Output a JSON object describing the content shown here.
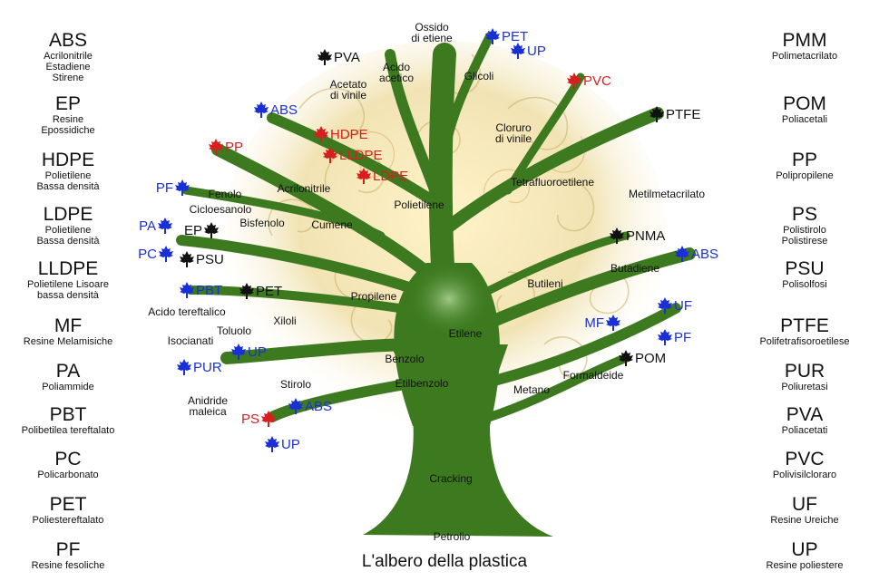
{
  "title": "L'albero della plastica",
  "colors": {
    "trunk": "#3d7a1f",
    "blue": "#1b2fd6",
    "red": "#d81f1f",
    "black": "#111111"
  },
  "legend_left": [
    {
      "abbr": "ABS",
      "desc": [
        "Acrilonitrile",
        "Estadiene",
        "Stirene"
      ]
    },
    {
      "abbr": "EP",
      "desc": [
        "Resine",
        "Epossidiche"
      ]
    },
    {
      "abbr": "HDPE",
      "desc": [
        "Polietilene",
        "Bassa densità"
      ]
    },
    {
      "abbr": "LDPE",
      "desc": [
        "Polietilene",
        "Bassa densità"
      ]
    },
    {
      "abbr": "LLDPE",
      "desc": [
        "Polietilene Lisoare",
        "bassa densità"
      ]
    },
    {
      "abbr": "MF",
      "desc": [
        "Resine Melamisiche"
      ]
    },
    {
      "abbr": "PA",
      "desc": [
        "Poliammide"
      ]
    },
    {
      "abbr": "PBT",
      "desc": [
        "Polibetilea tereftalato"
      ]
    },
    {
      "abbr": "PC",
      "desc": [
        "Policarbonato"
      ]
    },
    {
      "abbr": "PET",
      "desc": [
        "Poliestereftalato"
      ]
    },
    {
      "abbr": "PF",
      "desc": [
        "Resine fesoliche"
      ]
    }
  ],
  "legend_right": [
    {
      "abbr": "PMM",
      "desc": [
        "Polimetacrilato"
      ]
    },
    {
      "abbr": "POM",
      "desc": [
        "Poliacetali"
      ]
    },
    {
      "abbr": "PP",
      "desc": [
        "Polipropilene"
      ]
    },
    {
      "abbr": "PS",
      "desc": [
        "Polistirolo",
        "Polistirese"
      ]
    },
    {
      "abbr": "PSU",
      "desc": [
        "Polisolfosi"
      ]
    },
    {
      "abbr": "PTFE",
      "desc": [
        "Polifetrafisoroetilese"
      ]
    },
    {
      "abbr": "PUR",
      "desc": [
        "Poliuretasi"
      ]
    },
    {
      "abbr": "PVA",
      "desc": [
        "Poliacetati"
      ]
    },
    {
      "abbr": "PVC",
      "desc": [
        "Polivisilcloraro"
      ]
    },
    {
      "abbr": "UF",
      "desc": [
        "Resine Ureiche"
      ]
    },
    {
      "abbr": "UP",
      "desc": [
        "Resine poliestere"
      ]
    }
  ],
  "tree_labels": [
    [
      "Ossido",
      "di etiene"
    ],
    [
      "Acido",
      "acetico"
    ],
    [
      "Acetato",
      "di vinile"
    ],
    [
      "Glicoli"
    ],
    [
      "Cloruro",
      "di vinile"
    ],
    [
      "Tetrafluoroetilene"
    ],
    [
      "Metilmetacrilato"
    ],
    [
      "Acrilonitrile"
    ],
    [
      "Fenolo"
    ],
    [
      "Cicloesanolo"
    ],
    [
      "Bisfenolo"
    ],
    [
      "Cumene"
    ],
    [
      "Polietilene"
    ],
    [
      "Butadiene"
    ],
    [
      "Butileni"
    ],
    [
      "Propilene"
    ],
    [
      "Acido tereftalico"
    ],
    [
      "Xiloli"
    ],
    [
      "Toluolo"
    ],
    [
      "Isocianati"
    ],
    [
      "Etilene"
    ],
    [
      "Benzolo"
    ],
    [
      "Formaldeide"
    ],
    [
      "Etilbenzolo"
    ],
    [
      "Stirolo"
    ],
    [
      "Metano"
    ],
    [
      "Anidride",
      "maleica"
    ],
    [
      "Cracking"
    ],
    [
      "Petrolio"
    ]
  ],
  "polymers": [
    {
      "name": "PET",
      "color": "blue"
    },
    {
      "name": "UP",
      "color": "blue"
    },
    {
      "name": "PVA",
      "color": "black"
    },
    {
      "name": "PVC",
      "color": "red"
    },
    {
      "name": "ABS",
      "color": "blue"
    },
    {
      "name": "PTFE",
      "color": "black"
    },
    {
      "name": "HDPE",
      "color": "red"
    },
    {
      "name": "PP",
      "color": "red"
    },
    {
      "name": "LLDPE",
      "color": "red"
    },
    {
      "name": "LDPE",
      "color": "red"
    },
    {
      "name": "PF",
      "color": "blue"
    },
    {
      "name": "PA",
      "color": "blue"
    },
    {
      "name": "EP",
      "color": "black"
    },
    {
      "name": "PC",
      "color": "blue"
    },
    {
      "name": "PSU",
      "color": "black"
    },
    {
      "name": "PNMA",
      "color": "black"
    },
    {
      "name": "ABS",
      "color": "blue"
    },
    {
      "name": "PBT",
      "color": "blue"
    },
    {
      "name": "PET",
      "color": "black"
    },
    {
      "name": "UF",
      "color": "blue"
    },
    {
      "name": "MF",
      "color": "blue"
    },
    {
      "name": "PF",
      "color": "blue"
    },
    {
      "name": "UP",
      "color": "blue"
    },
    {
      "name": "POM",
      "color": "black"
    },
    {
      "name": "PUR",
      "color": "blue"
    },
    {
      "name": "ABS",
      "color": "blue"
    },
    {
      "name": "PS",
      "color": "red"
    },
    {
      "name": "UP",
      "color": "blue"
    }
  ]
}
